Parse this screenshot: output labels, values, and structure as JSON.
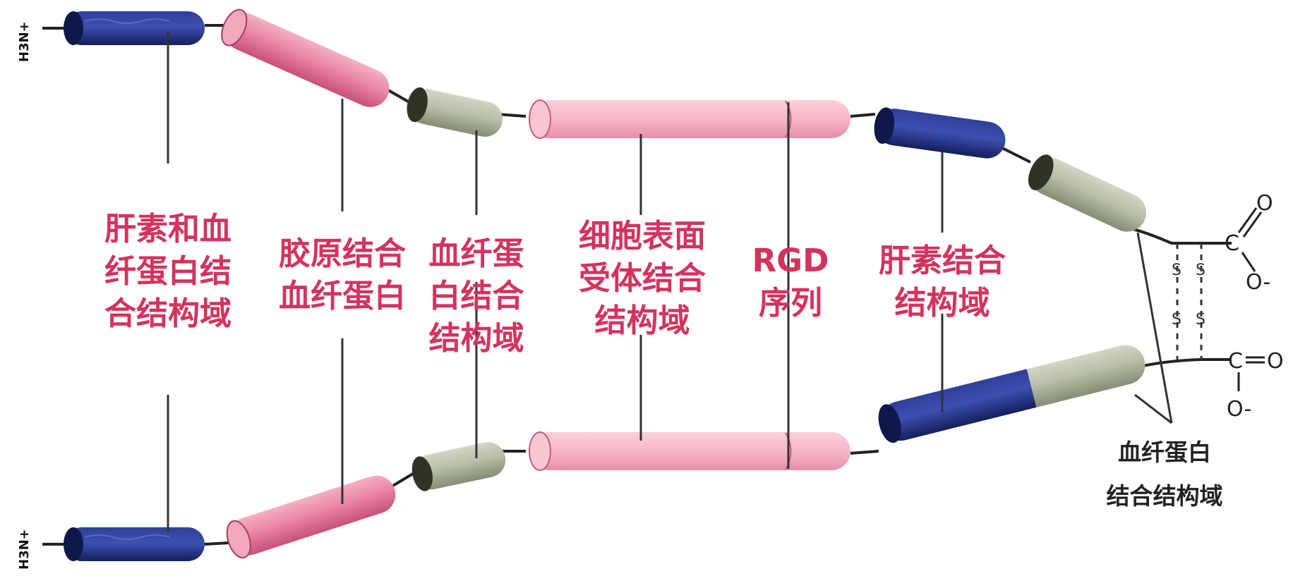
{
  "nterm_top": "H3N+",
  "nterm_bottom": "H3N+",
  "labels": {
    "heparin_fibrin": [
      "肝素和血",
      "纤蛋白结",
      "合结构域"
    ],
    "collagen": [
      "胶原结合",
      "血纤蛋白"
    ],
    "fibrin_domain": [
      "血纤蛋",
      "白结合",
      "结构域"
    ],
    "cell_surface": [
      "细胞表面",
      "受体结合",
      "结构域"
    ],
    "rgd": [
      "RGD",
      "序列"
    ],
    "heparin": [
      "肝素结合",
      "结构域"
    ],
    "fibrin_c": [
      "血纤蛋白",
      "结合结构域"
    ]
  },
  "chem": {
    "carbon": "C",
    "oxygen": "O",
    "carboxylate": "O-",
    "double_bond": "=",
    "disulfide": [
      "S",
      "S",
      "S",
      "S"
    ]
  },
  "colors": {
    "blue": "#1d2c7e",
    "pink": "#e77fa0",
    "light_pink": "#f7b6c6",
    "gray": "#b7bda6",
    "label": "#d4335e"
  }
}
